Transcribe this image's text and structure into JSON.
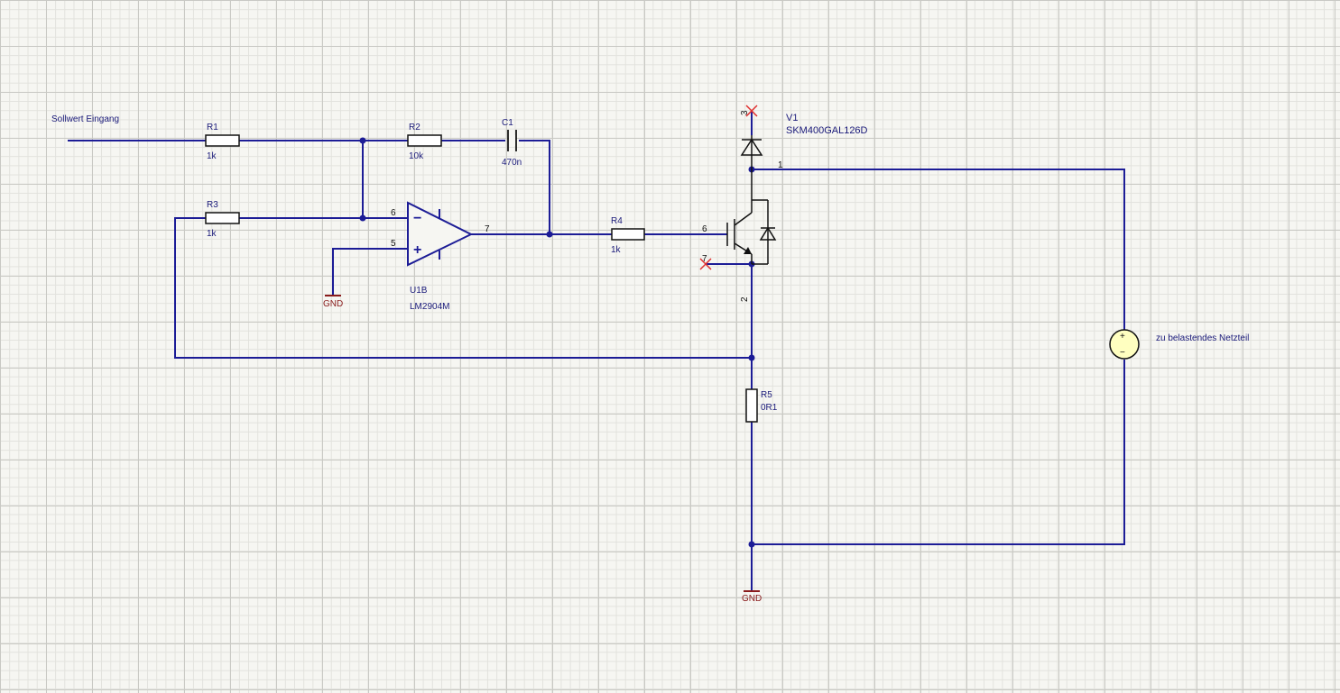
{
  "input": {
    "label": "Sollwert Eingang"
  },
  "R1": {
    "name": "R1",
    "value": "1k"
  },
  "R2": {
    "name": "R2",
    "value": "10k"
  },
  "R3": {
    "name": "R3",
    "value": "1k"
  },
  "R4": {
    "name": "R4",
    "value": "1k"
  },
  "R5": {
    "name": "R5",
    "value": "0R1"
  },
  "C1": {
    "name": "C1",
    "value": "470n"
  },
  "U1": {
    "name": "U1B",
    "part": "LM2904M",
    "pin_inv": "6",
    "pin_noninv": "5",
    "pin_out": "7",
    "minus": "−",
    "plus": "+"
  },
  "V1": {
    "name": "V1",
    "part": "SKM400GAL126D",
    "pin_3": "3",
    "pin_1": "1",
    "pin_6": "6",
    "pin_7": "7",
    "pin_2": "2"
  },
  "supply": {
    "label": "zu belastendes Netzteil",
    "plus": "+",
    "minus": "−",
    "color": "#ffffc0"
  },
  "gnd": {
    "label": "GND"
  },
  "colors": {
    "wire": "#1c1c96",
    "ground": "#8a1c1c",
    "unconnected": "#e03030"
  }
}
